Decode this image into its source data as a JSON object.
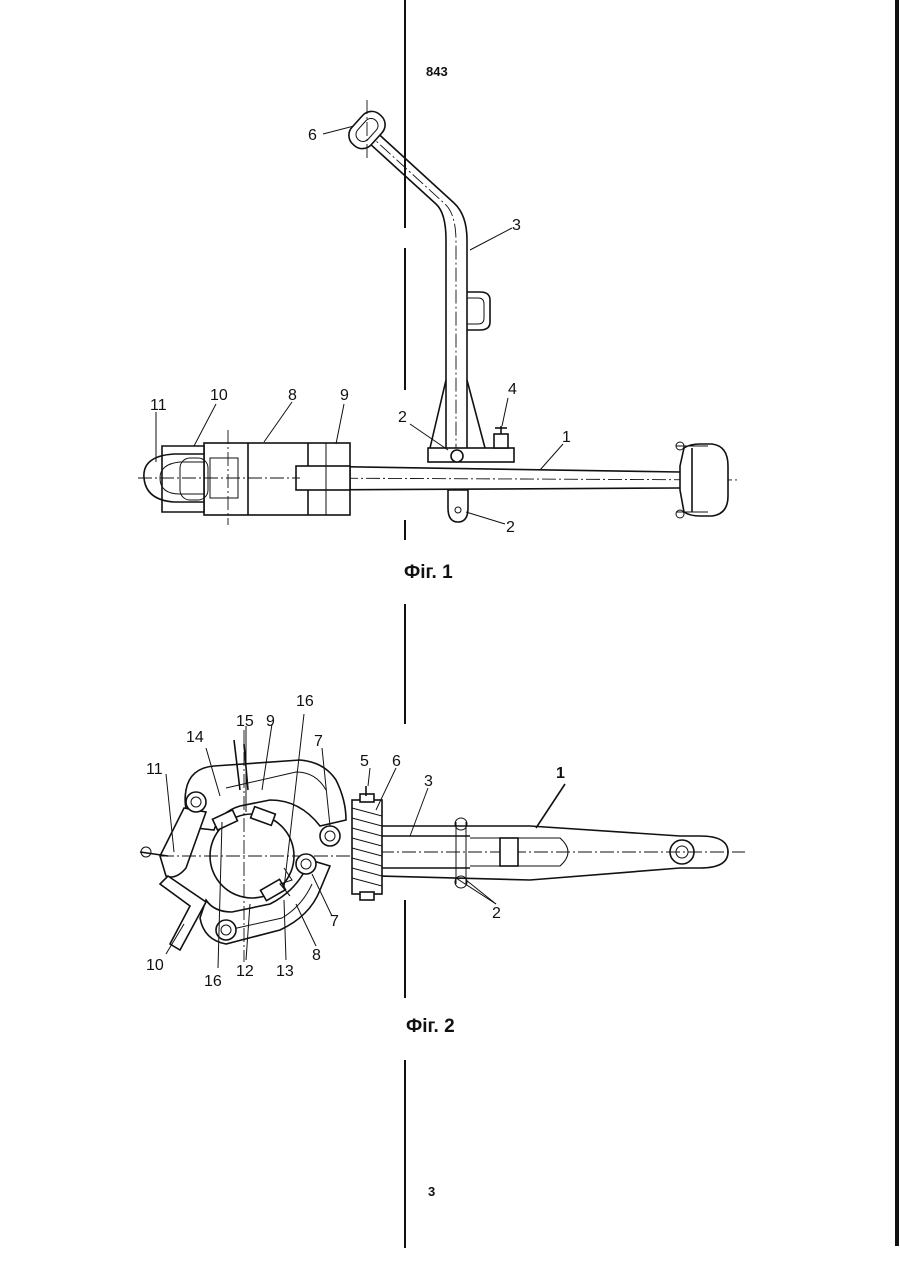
{
  "header": {
    "doc_number": "843"
  },
  "footer": {
    "page_number": "3"
  },
  "figure1": {
    "caption": "Фіг. 1",
    "labels": {
      "l1": "1",
      "l2a": "2",
      "l2b": "2",
      "l3": "3",
      "l4": "4",
      "l6": "6",
      "l8": "8",
      "l9": "9",
      "l10": "10",
      "l11": "11"
    }
  },
  "figure2": {
    "caption": "Фіг. 2",
    "labels": {
      "l1": "1",
      "l2": "2",
      "l3": "3",
      "l5": "5",
      "l6": "6",
      "l7a": "7",
      "l7b": "7",
      "l8": "8",
      "l9": "9",
      "l10": "10",
      "l11": "11",
      "l12": "12",
      "l13": "13",
      "l14": "14",
      "l15": "15",
      "l16a": "16",
      "l16b": "16"
    }
  }
}
